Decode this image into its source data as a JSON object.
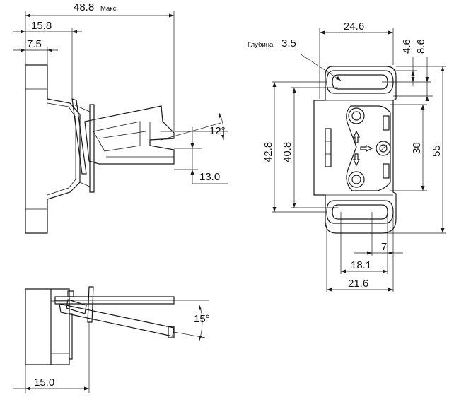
{
  "dimensions": {
    "d_48_8": "48.8",
    "d_48_8_note": "Макс.",
    "d_15_8": "15.8",
    "d_7_5": "7.5",
    "d_12deg": "12°",
    "d_13_0": "13.0",
    "d_15deg": "15°",
    "d_15_0": "15.0",
    "d_24_6": "24.6",
    "d_4_6": "4.6",
    "d_8_6": "8.6",
    "depth_label": "Глубина",
    "depth_value": "3,5",
    "d_42_8": "42.8",
    "d_40_8": "40.8",
    "d_30": "30",
    "d_55": "55",
    "d_7": "7",
    "d_18_1": "18.1",
    "d_21_6": "21.6"
  }
}
